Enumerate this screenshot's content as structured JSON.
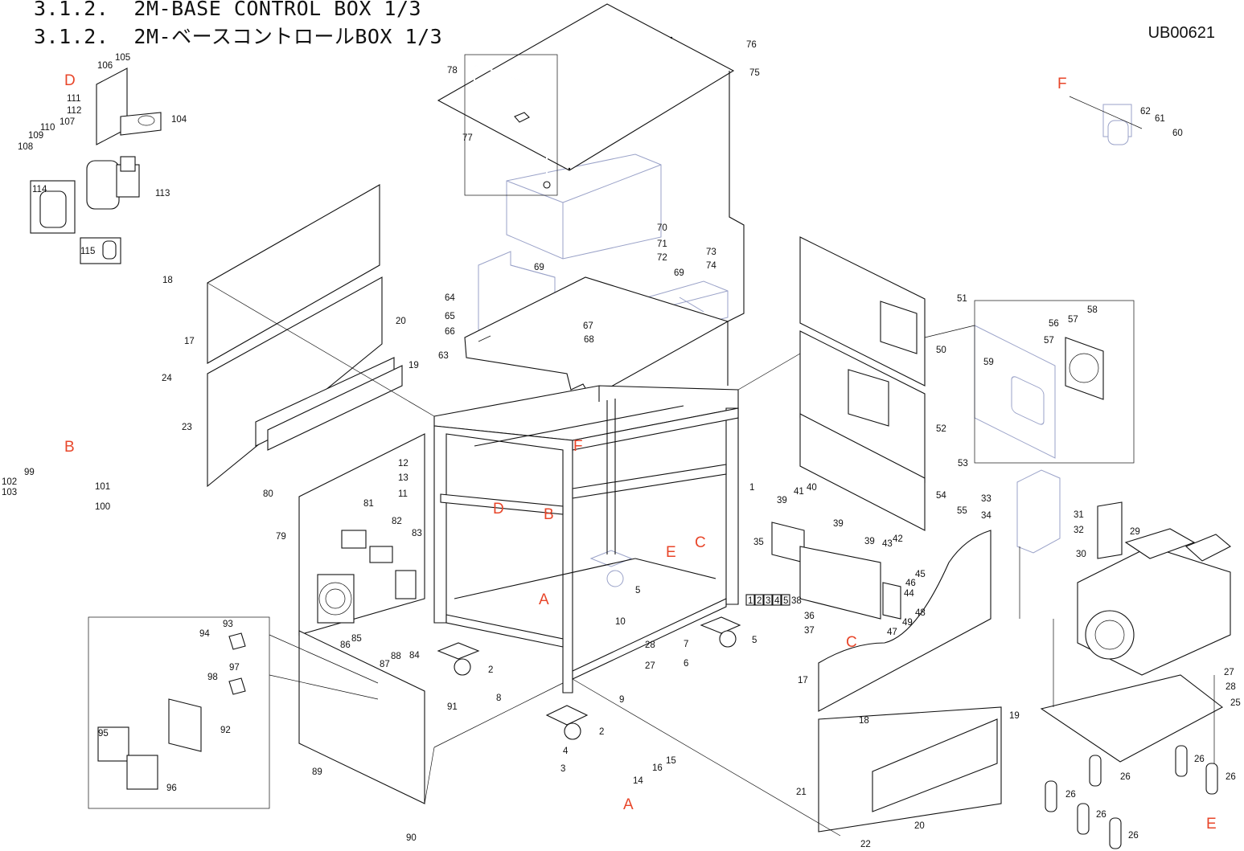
{
  "header": {
    "title_en": "3.1.2.  2M-BASE CONTROL BOX 1/3",
    "title_ja": "3.1.2.  2M-ベースコントロールBOX 1/3",
    "doc_id": "UB00621"
  },
  "ref_color": "#e8462a",
  "callouts": {
    "c1": "1",
    "c2a": "2",
    "c2b": "2",
    "c3": "3",
    "c4": "4",
    "c5a": "5",
    "c5b": "5",
    "c6": "6",
    "c7": "7",
    "c8": "8",
    "c9": "9",
    "c10": "10",
    "c11": "11",
    "c12": "12",
    "c13": "13",
    "c14": "14",
    "c15": "15",
    "c16": "16",
    "c17a": "17",
    "c17b": "17",
    "c18a": "18",
    "c18b": "18",
    "c19a": "19",
    "c19b": "19",
    "c20a": "20",
    "c20b": "20",
    "c21": "21",
    "c22": "22",
    "c23": "23",
    "c24": "24",
    "c25": "25",
    "c26a": "26",
    "c26b": "26",
    "c26c": "26",
    "c26d": "26",
    "c26e": "26",
    "c26f": "26",
    "c27a": "27",
    "c27b": "27",
    "c28a": "28",
    "c28b": "28",
    "c29": "29",
    "c30": "30",
    "c31": "31",
    "c32": "32",
    "c33": "33",
    "c34": "34",
    "c35": "35",
    "c36": "36",
    "c37": "37",
    "c38": "38",
    "c39a": "39",
    "c39b": "39",
    "c39c": "39",
    "c40": "40",
    "c41": "41",
    "c42": "42",
    "c43": "43",
    "c44": "44",
    "c45": "45",
    "c46": "46",
    "c47": "47",
    "c48": "48",
    "c49": "49",
    "c50": "50",
    "c51": "51",
    "c52": "52",
    "c53": "53",
    "c54": "54",
    "c55": "55",
    "c56": "56",
    "c57a": "57",
    "c57b": "57",
    "c58": "58",
    "c59": "59",
    "c60": "60",
    "c61": "61",
    "c62": "62",
    "c63": "63",
    "c64": "64",
    "c65": "65",
    "c66": "66",
    "c67": "67",
    "c68": "68",
    "c69a": "69",
    "c69b": "69",
    "c70": "70",
    "c71": "71",
    "c72": "72",
    "c73": "73",
    "c74": "74",
    "c75": "75",
    "c76": "76",
    "c77": "77",
    "c78": "78",
    "c79": "79",
    "c80": "80",
    "c81": "81",
    "c82": "82",
    "c83": "83",
    "c84": "84",
    "c85": "85",
    "c86": "86",
    "c87": "87",
    "c88": "88",
    "c89": "89",
    "c90": "90",
    "c91": "91",
    "c92": "92",
    "c93": "93",
    "c94": "94",
    "c95": "95",
    "c96": "96",
    "c97": "97",
    "c98": "98",
    "c99": "99",
    "c100": "100",
    "c101": "101",
    "c102": "102",
    "c103": "103",
    "c104": "104",
    "c105": "105",
    "c106": "106",
    "c107": "107",
    "c108": "108",
    "c109": "109",
    "c110": "110",
    "c111": "111",
    "c112": "112",
    "c113": "113",
    "c114": "114",
    "c115": "115"
  },
  "refs": {
    "A1": "A",
    "A2": "A",
    "B1": "B",
    "B2": "B",
    "C1": "C",
    "C2": "C",
    "D1": "D",
    "D2": "D",
    "E1": "E",
    "E2": "E",
    "F1": "F",
    "F2": "F"
  },
  "kit_38": {
    "boxes": [
      "1",
      "2",
      "3",
      "4",
      "5"
    ]
  }
}
